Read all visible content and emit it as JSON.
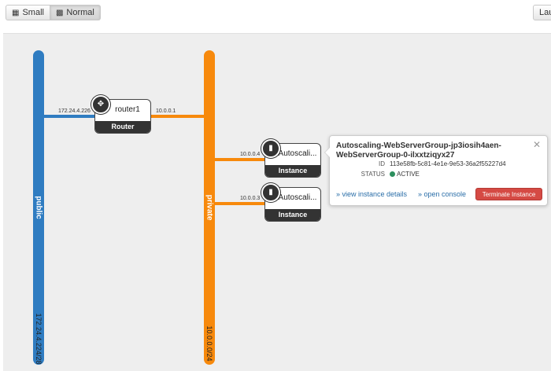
{
  "toolbar": {
    "small_label": "Small",
    "normal_label": "Normal",
    "launch_label": "Launch Instance"
  },
  "networks": {
    "public": {
      "name": "public",
      "cidr": "172.24.4.224/28",
      "color": "#2f7cc1"
    },
    "private": {
      "name": "private",
      "cidr": "10.0.0.0/24",
      "color": "#f7890c"
    }
  },
  "router": {
    "name": "router1",
    "type_label": "Router",
    "public_ip": "172.24.4.226",
    "private_ip": "10.0.0.1"
  },
  "instances": [
    {
      "name": "Autoscali...",
      "type_label": "Instance",
      "ip": "10.0.0.4"
    },
    {
      "name": "Autoscali...",
      "type_label": "Instance",
      "ip": "10.0.0.3"
    }
  ],
  "popup": {
    "title": "Autoscaling-WebServerGroup-jp3iosih4aen-WebServerGroup-0-ilxxtziqyx27",
    "id_label": "ID",
    "id_value": "113e58fb-5c81-4e1e-9e53-36a2f55227d4",
    "status_label": "STATUS",
    "status_value": "ACTIVE",
    "view_details": "» view instance details",
    "open_console": "» open console",
    "terminate": "Terminate Instance",
    "status_color": "#2d8f5e"
  }
}
